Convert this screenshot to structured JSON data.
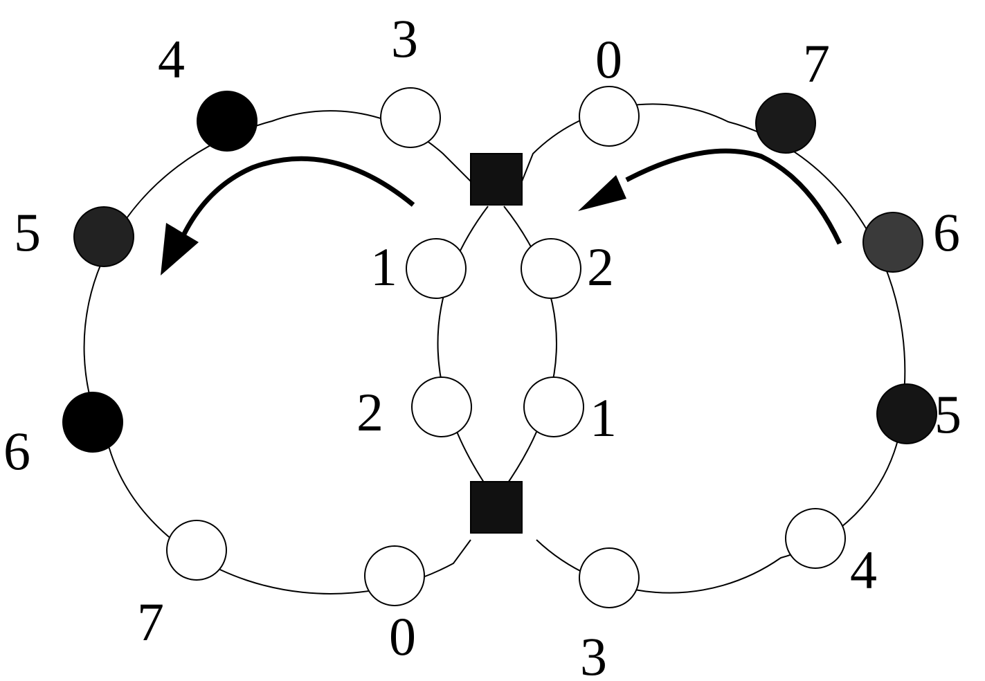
{
  "colors": {
    "background": "#ffffff",
    "stroke": "#000000",
    "empty_node": "#ffffff",
    "junction": "#111111"
  },
  "left_ring": {
    "nodes": [
      {
        "label": "4",
        "fill": "#000000"
      },
      {
        "label": "3",
        "fill": "#ffffff"
      },
      {
        "label": "5",
        "fill": "#222222"
      },
      {
        "label": "6",
        "fill": "#000000"
      },
      {
        "label": "7",
        "fill": "#ffffff"
      },
      {
        "label": "0",
        "fill": "#ffffff"
      }
    ]
  },
  "right_ring": {
    "nodes": [
      {
        "label": "0",
        "fill": "#ffffff"
      },
      {
        "label": "7",
        "fill": "#1a1a1a"
      },
      {
        "label": "6",
        "fill": "#3a3a3a"
      },
      {
        "label": "5",
        "fill": "#151515"
      },
      {
        "label": "4",
        "fill": "#ffffff"
      },
      {
        "label": "3",
        "fill": "#ffffff"
      }
    ]
  },
  "center": {
    "nodes": [
      {
        "label": "1",
        "fill": "#ffffff"
      },
      {
        "label": "2",
        "fill": "#ffffff"
      },
      {
        "label": "2",
        "fill": "#ffffff"
      },
      {
        "label": "1",
        "fill": "#ffffff"
      }
    ],
    "junction_icon": "filled-square-icon"
  },
  "arrows": [
    "curved-arrow-icon",
    "curved-arrow-icon"
  ]
}
